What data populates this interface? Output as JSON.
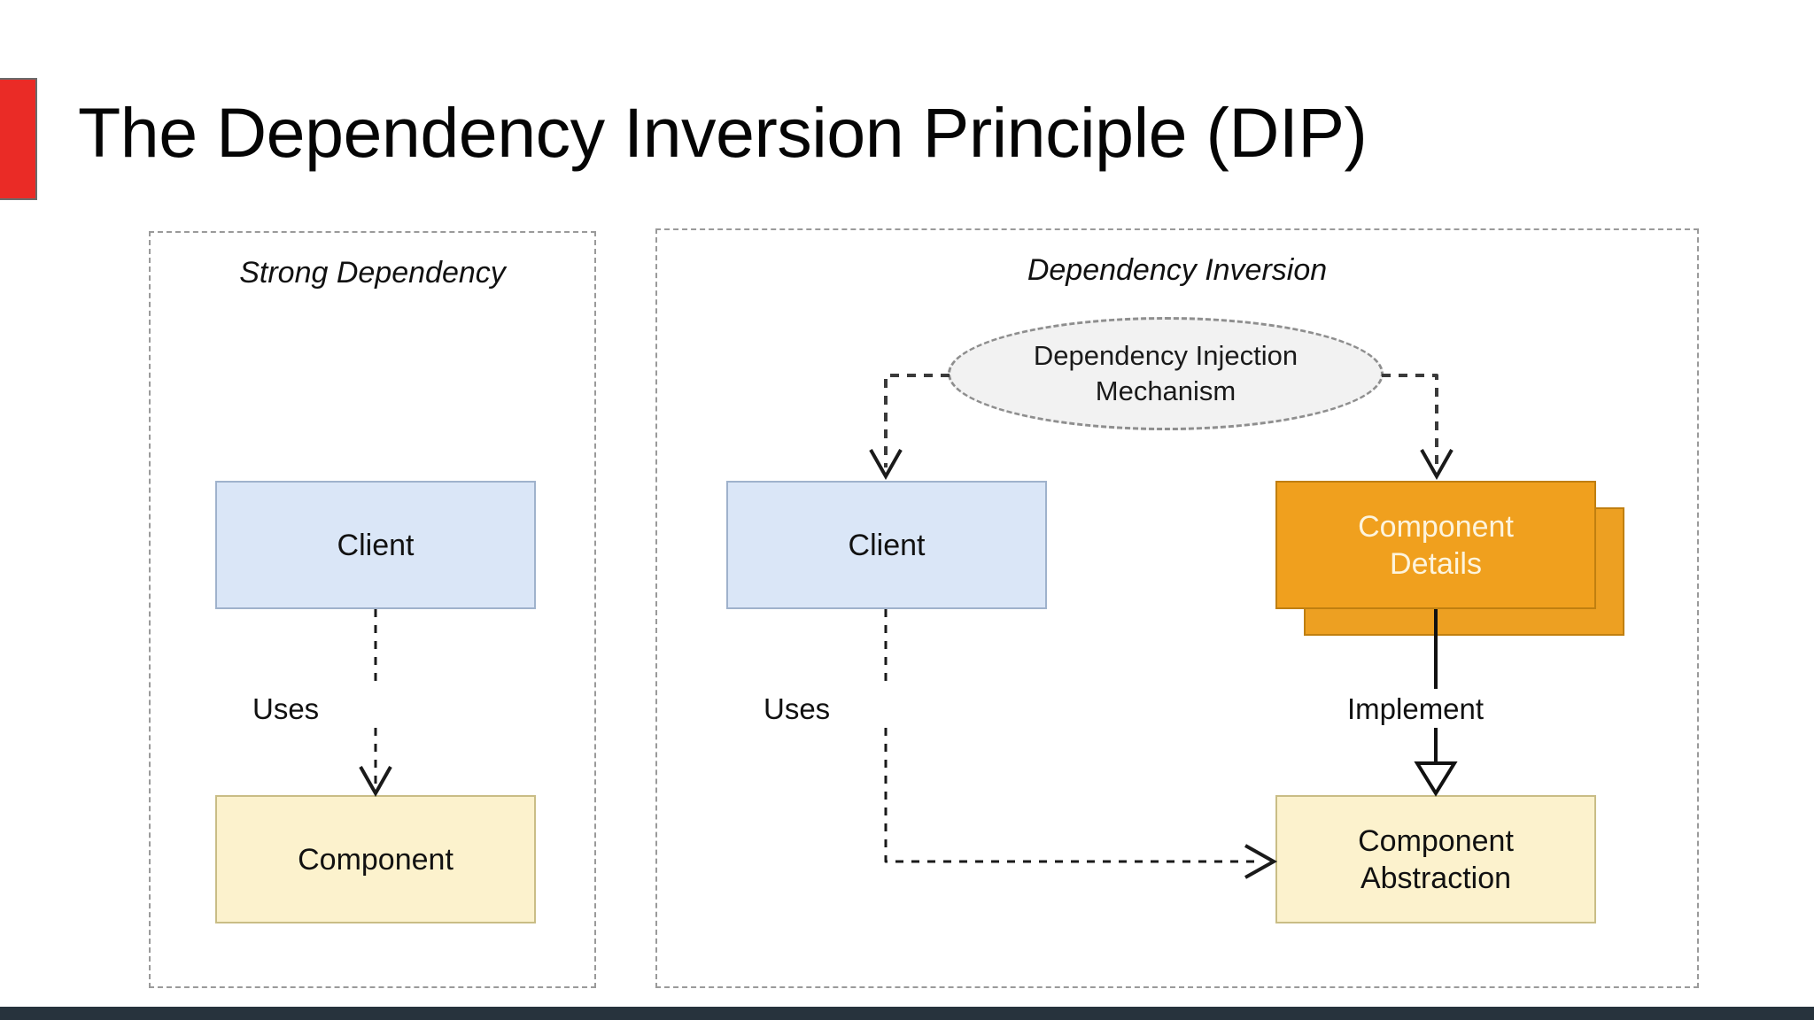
{
  "slide": {
    "title": "The Dependency Inversion Principle (DIP)",
    "accent_color": "#ea2b26",
    "bottom_bar_color": "#27333d",
    "background": "#ffffff"
  },
  "diagram": {
    "panels": [
      {
        "id": "strong-dependency",
        "title": "Strong Dependency",
        "nodes": [
          {
            "id": "client",
            "label": "Client",
            "fill": "#dae6f7",
            "stroke": "#9fb2cc",
            "text_color": "#111111"
          },
          {
            "id": "component",
            "label": "Component",
            "fill": "#fcf2cd",
            "stroke": "#c9bd86",
            "text_color": "#111111"
          }
        ],
        "edges": [
          {
            "id": "client-uses-component",
            "label": "Uses",
            "style": "dashed",
            "arrow": "open",
            "from": "client",
            "to": "component"
          }
        ]
      },
      {
        "id": "dependency-inversion",
        "title": "Dependency Inversion",
        "nodes": [
          {
            "id": "di-mechanism",
            "label_line1": "Dependency Injection",
            "label_line2": "Mechanism",
            "shape": "ellipse",
            "fill": "#f2f2f2",
            "stroke": "#8e8e8e",
            "text_color": "#1a1a1a"
          },
          {
            "id": "client",
            "label": "Client",
            "fill": "#dae6f7",
            "stroke": "#9fb2cc",
            "text_color": "#111111"
          },
          {
            "id": "component-details",
            "label_line1": "Component",
            "label_line2": "Details",
            "fill": "#f0a01e",
            "stroke": "#c07f10",
            "text_color": "#fdf4dd",
            "stacked": true
          },
          {
            "id": "component-abstraction",
            "label_line1": "Component",
            "label_line2": "Abstraction",
            "fill": "#fcf2cd",
            "stroke": "#c9bd86",
            "text_color": "#111111"
          }
        ],
        "edges": [
          {
            "id": "di-injects-client",
            "label": "",
            "style": "dashed",
            "arrow": "open",
            "from": "di-mechanism",
            "to": "client"
          },
          {
            "id": "di-injects-details",
            "label": "",
            "style": "dashed",
            "arrow": "open",
            "from": "di-mechanism",
            "to": "component-details"
          },
          {
            "id": "details-implements-abstraction",
            "label": "Implement",
            "style": "solid",
            "arrow": "hollow-triangle",
            "from": "component-details",
            "to": "component-abstraction"
          },
          {
            "id": "client-uses-abstraction",
            "label": "Uses",
            "style": "dashed",
            "arrow": "open",
            "from": "client",
            "to": "component-abstraction"
          }
        ]
      }
    ]
  }
}
